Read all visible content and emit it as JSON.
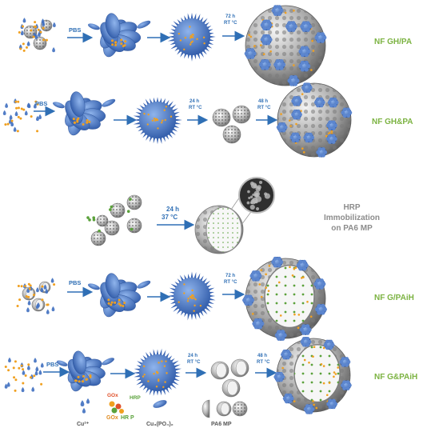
{
  "rows": [
    {
      "label": "NF GH/PA",
      "steps": [
        {
          "line1": "PBS"
        },
        {
          "line1": ""
        },
        {
          "line1": "72 h",
          "line2": "RT °C"
        }
      ]
    },
    {
      "label": "NF GH&PA",
      "steps": [
        {
          "line1": "PBS"
        },
        {
          "line1": ""
        },
        {
          "line1": "24 h",
          "line2": "RT °C"
        },
        {
          "line1": "48 h",
          "line2": "RT °C"
        }
      ]
    },
    {
      "label_lines": [
        "HRP",
        "Immobilization",
        "on PA6 MP"
      ],
      "steps": [
        {
          "line1": "24 h",
          "line2": "37 °C"
        }
      ]
    },
    {
      "label": "NF G/PAiH",
      "steps": [
        {
          "line1": "PBS"
        },
        {
          "line1": ""
        },
        {
          "line1": "72 h",
          "line2": "RT °C"
        }
      ]
    },
    {
      "label": "NF G&PAiH",
      "steps": [
        {
          "line1": "PBS"
        },
        {
          "line1": ""
        },
        {
          "line1": "24 h",
          "line2": "RT °C"
        },
        {
          "line1": "48 h",
          "line2": "RT °C"
        }
      ]
    }
  ],
  "legend": {
    "cu": "Cu²⁺",
    "gox_top": "GOx",
    "hrp_top": "HRP",
    "gox": "GOx",
    "hrp_bottom": "HR P",
    "cu3po4": "Cu₃(PO₄)₂",
    "pa6": "PA6 MP"
  },
  "colors": {
    "blue": "#3f6fc0",
    "orange": "#f0a020",
    "green": "#5aa13a",
    "grey": "#9a9a9a",
    "label_green": "#7cb342",
    "arrow": "#2f6fb5"
  }
}
